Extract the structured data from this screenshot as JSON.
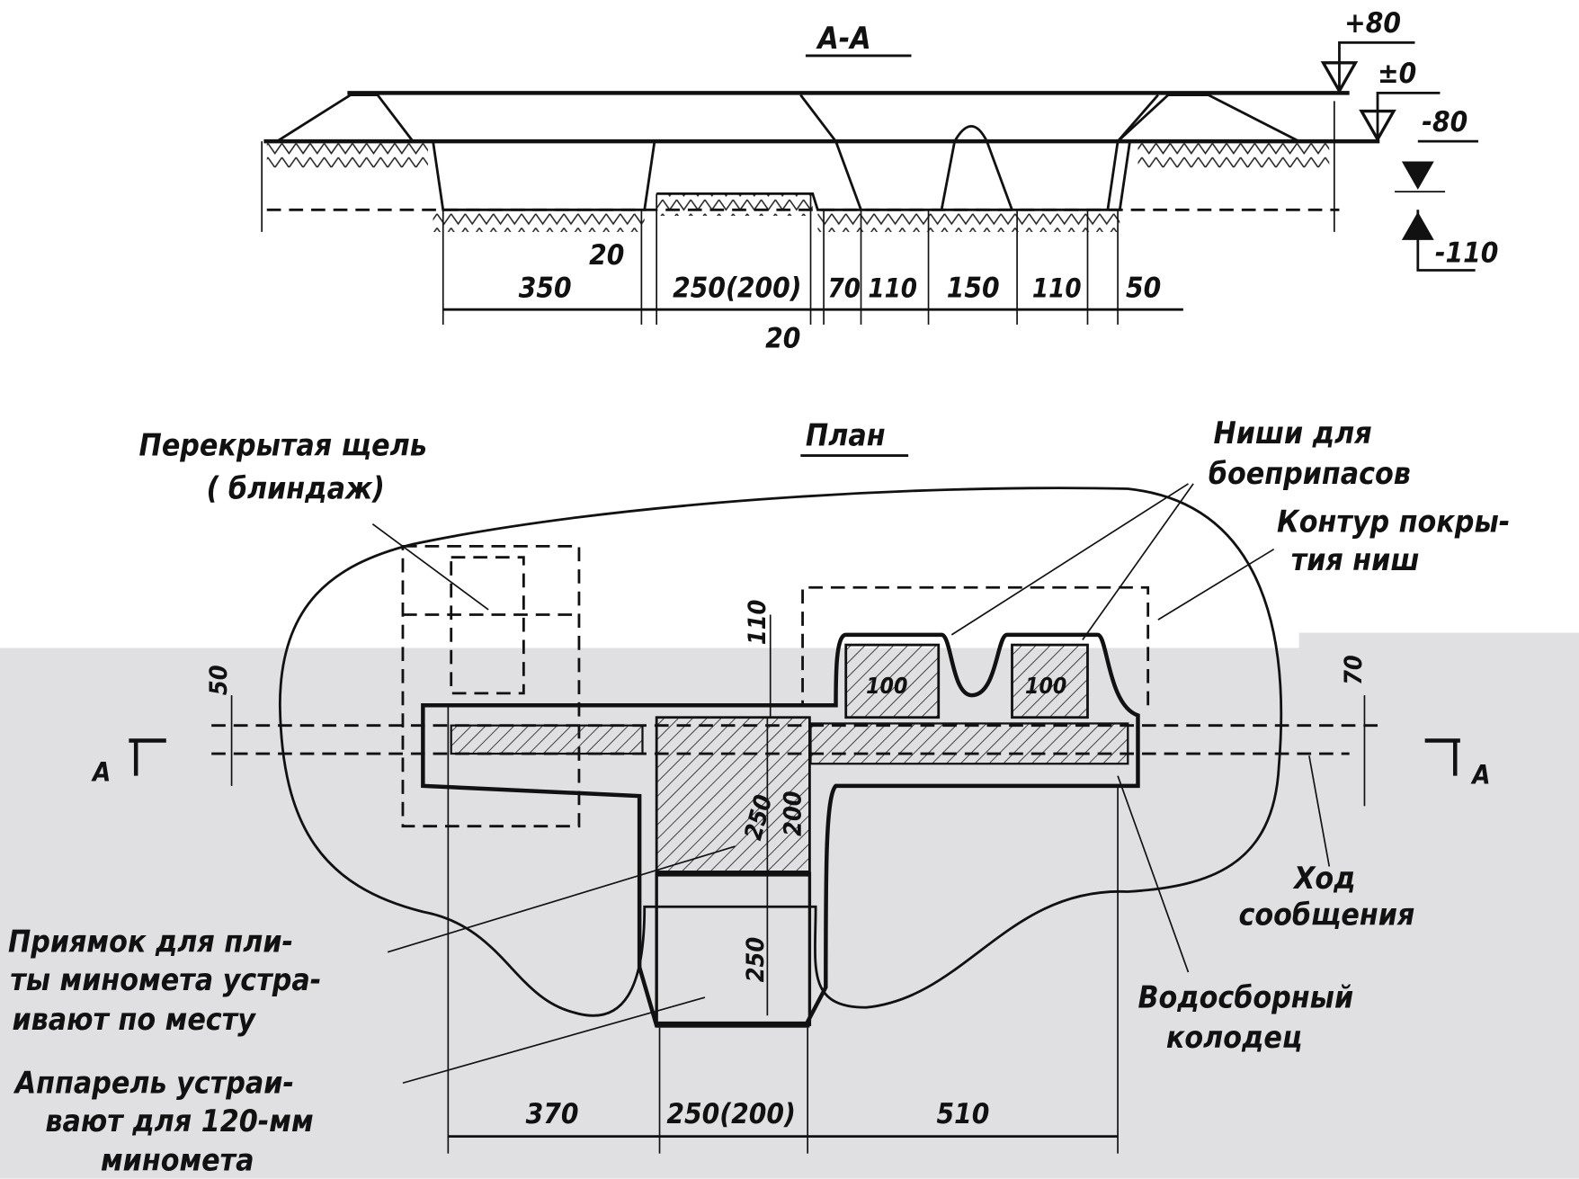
{
  "section": {
    "title": "А-А",
    "levels": [
      "+80",
      "±0",
      "-80",
      "-110"
    ],
    "dimensions": [
      "350",
      "20",
      "250(200)",
      "20",
      "70",
      "110",
      "150",
      "110",
      "50"
    ]
  },
  "plan": {
    "title": "План",
    "labels": {
      "covered_slit": "Перекрытая щель",
      "covered_slit_2": "( блиндаж)",
      "ammo_niches": "Ниши для",
      "ammo_niches_2": "боеприпасов",
      "niche_cover": "Контур покры-",
      "niche_cover_2": "тия ниш",
      "comm_trench": "Ход",
      "comm_trench_2": "сообщения",
      "sump": "Водосборный",
      "sump_2": "колодец",
      "plate_pit": "Приямок для пли-",
      "plate_pit_2": "ты миномета устра-",
      "plate_pit_3": "ивают по месту",
      "ramp": "Аппарель устраи-",
      "ramp_2": "вают для 120-мм",
      "ramp_3": "миномета"
    },
    "section_marks": [
      "А",
      "А"
    ],
    "dimensions": {
      "d50": "50",
      "d110": "110",
      "d70": "70",
      "n1": "100",
      "n2": "100",
      "d250a": "250",
      "d200": "200",
      "d250b": "250",
      "b370": "370",
      "b250": "250(200)",
      "b510": "510"
    }
  }
}
